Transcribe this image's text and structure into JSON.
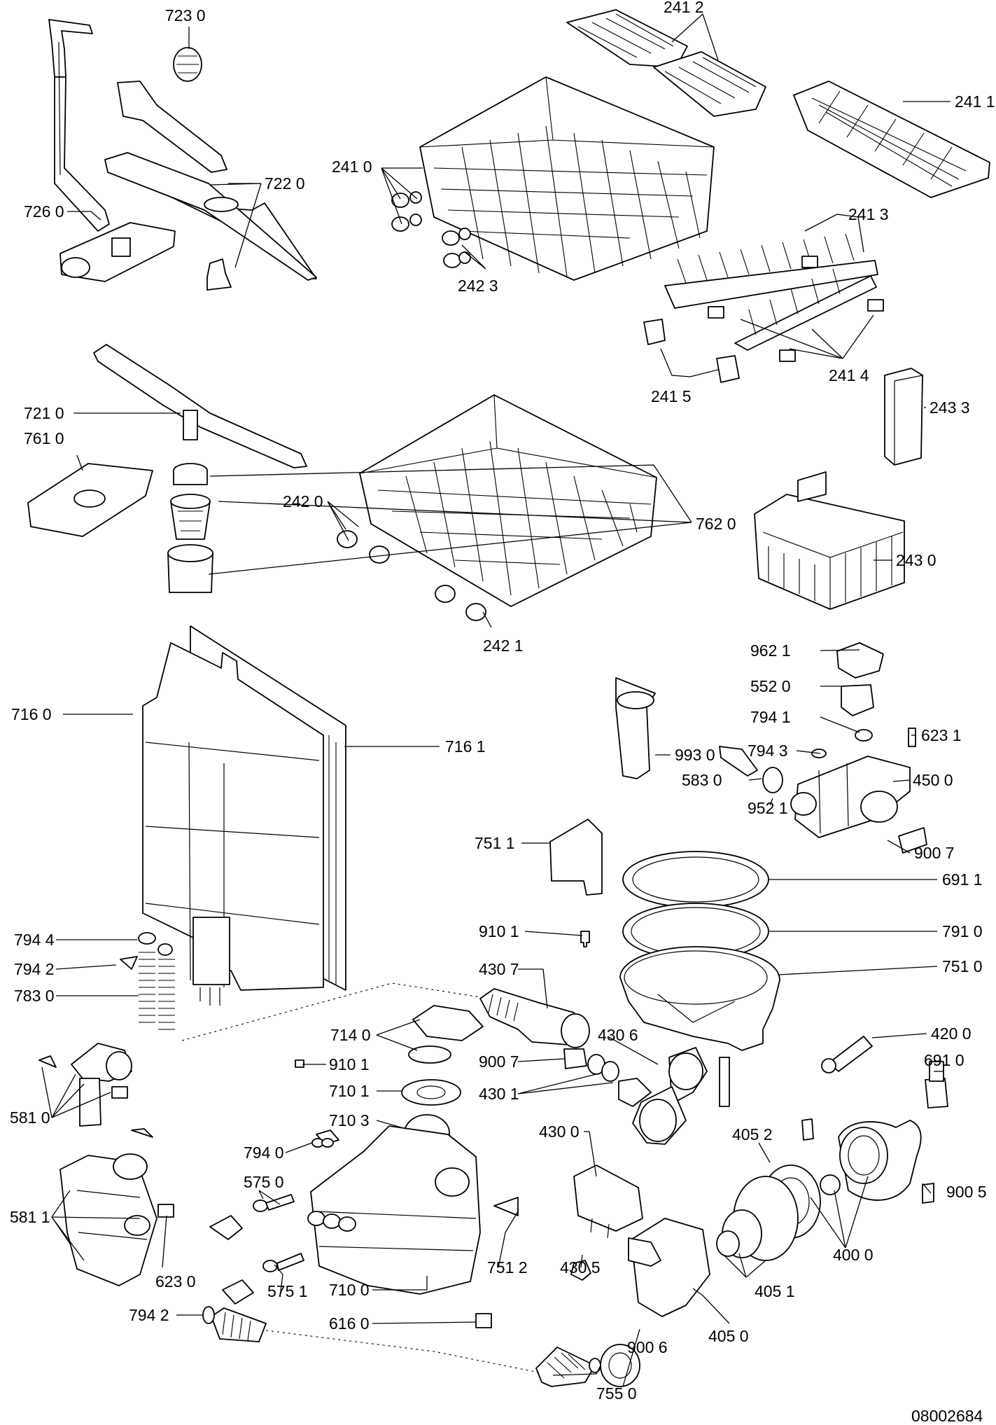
{
  "drawing_number": "08002684",
  "labels": [
    {
      "text": "723 0"
    },
    {
      "text": "241 2"
    },
    {
      "text": "241 1"
    },
    {
      "text": "722 0"
    },
    {
      "text": "241 0"
    },
    {
      "text": "726 0"
    },
    {
      "text": "242 3"
    },
    {
      "text": "241 3"
    },
    {
      "text": "241 4"
    },
    {
      "text": "241 5"
    },
    {
      "text": "243 3"
    },
    {
      "text": "721 0"
    },
    {
      "text": "761 0"
    },
    {
      "text": "242 0"
    },
    {
      "text": "762 0"
    },
    {
      "text": "243 0"
    },
    {
      "text": "242 1"
    },
    {
      "text": "962 1"
    },
    {
      "text": "552 0"
    },
    {
      "text": "794 1"
    },
    {
      "text": "993 0"
    },
    {
      "text": "623 1"
    },
    {
      "text": "716 0"
    },
    {
      "text": "716 1"
    },
    {
      "text": "794 3"
    },
    {
      "text": "583 0"
    },
    {
      "text": "450 0"
    },
    {
      "text": "952 1"
    },
    {
      "text": "751 1"
    },
    {
      "text": "900 7"
    },
    {
      "text": "691 1"
    },
    {
      "text": "794 4"
    },
    {
      "text": "910 1"
    },
    {
      "text": "791 0"
    },
    {
      "text": "794 2"
    },
    {
      "text": "430 7"
    },
    {
      "text": "751 0"
    },
    {
      "text": "783 0"
    },
    {
      "text": "714 0"
    },
    {
      "text": "430 6"
    },
    {
      "text": "420 0"
    },
    {
      "text": "910 1"
    },
    {
      "text": "900 7"
    },
    {
      "text": "691 0"
    },
    {
      "text": "581 0"
    },
    {
      "text": "710 1"
    },
    {
      "text": "430 1"
    },
    {
      "text": "710 3"
    },
    {
      "text": "430 0"
    },
    {
      "text": "405 2"
    },
    {
      "text": "794 0"
    },
    {
      "text": "575 0"
    },
    {
      "text": "900 5"
    },
    {
      "text": "581 1"
    },
    {
      "text": "623 0"
    },
    {
      "text": "751 2"
    },
    {
      "text": "430 5"
    },
    {
      "text": "400 0"
    },
    {
      "text": "575 1"
    },
    {
      "text": "405 1"
    },
    {
      "text": "710 0"
    },
    {
      "text": "794 2"
    },
    {
      "text": "616 0"
    },
    {
      "text": "405 0"
    },
    {
      "text": "900 6"
    },
    {
      "text": "755 0"
    }
  ]
}
